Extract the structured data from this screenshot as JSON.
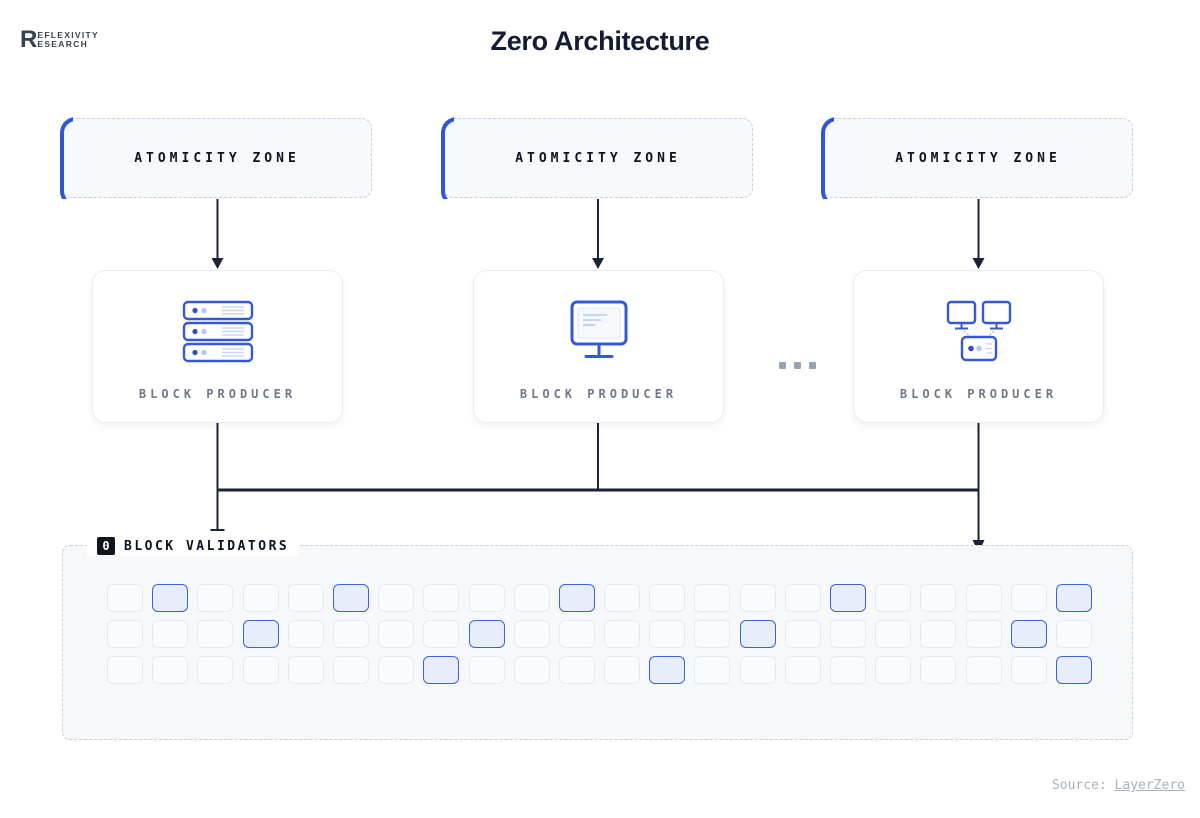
{
  "logo": {
    "mark": "R",
    "line1": "EFLEXIVITY",
    "line2": "ESEARCH"
  },
  "title": "Zero Architecture",
  "zones": [
    {
      "label": "ATOMICITY ZONE"
    },
    {
      "label": "ATOMICITY ZONE"
    },
    {
      "label": "ATOMICITY ZONE"
    }
  ],
  "producers": [
    {
      "label": "BLOCK PRODUCER",
      "icon": "server-stack-icon"
    },
    {
      "label": "BLOCK PRODUCER",
      "icon": "monitor-icon"
    },
    {
      "label": "BLOCK PRODUCER",
      "icon": "monitor-network-icon"
    }
  ],
  "ellipsis_dots": 3,
  "validators": {
    "badge": "0",
    "label": "BLOCK VALIDATORS",
    "grid": {
      "rows": 3,
      "cols": 22,
      "highlighted": [
        [
          1,
          2
        ],
        [
          1,
          6
        ],
        [
          1,
          11
        ],
        [
          1,
          17
        ],
        [
          1,
          22
        ],
        [
          2,
          4
        ],
        [
          2,
          9
        ],
        [
          2,
          15
        ],
        [
          2,
          21
        ],
        [
          3,
          8
        ],
        [
          3,
          13
        ],
        [
          3,
          22
        ]
      ]
    }
  },
  "footer": {
    "source_label": "Source:",
    "source_link_text": "LayerZero"
  },
  "colors": {
    "accent_blue": "#3056d3",
    "icon_blue": "#3558d4",
    "cell_highlight_fill": "#e8edfb",
    "cell_highlight_border": "#3b63d8",
    "ink": "#1b2436",
    "muted_gray": "#707887",
    "source_gray": "#a9b1bf",
    "badge_black": "#10151f"
  }
}
